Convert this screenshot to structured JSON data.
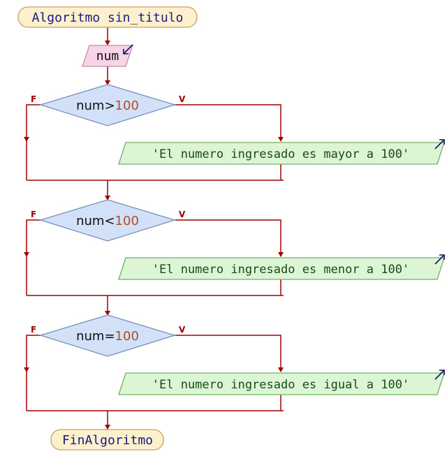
{
  "flowchart": {
    "start": {
      "label": "Algoritmo sin_titulo"
    },
    "input": {
      "label": "num"
    },
    "decisions": [
      {
        "var": "num",
        "op": ">",
        "val": "100",
        "true_label": "V",
        "false_label": "F",
        "output": "'El numero ingresado es mayor a 100'"
      },
      {
        "var": "num",
        "op": "<",
        "val": "100",
        "true_label": "V",
        "false_label": "F",
        "output": "'El numero ingresado es menor a 100'"
      },
      {
        "var": "num",
        "op": "=",
        "val": "100",
        "true_label": "V",
        "false_label": "F",
        "output": "'El numero ingresado es igual a 100'"
      }
    ],
    "end": {
      "label": "FinAlgoritmo"
    }
  },
  "colors": {
    "line": "#a00000",
    "terminal_fill": "#fdf0cc",
    "terminal_stroke": "#c8a060",
    "input_fill": "#f8d4e8",
    "input_stroke": "#c888a8",
    "decision_fill": "#d2e0f8",
    "decision_stroke": "#7890b8",
    "output_fill": "#dcf5d4",
    "output_stroke": "#70b060",
    "text": "#101010",
    "keyword": "#1a1a80",
    "string": "#1a4a1a",
    "number": "#b05020",
    "io_arrow": "#101060"
  }
}
